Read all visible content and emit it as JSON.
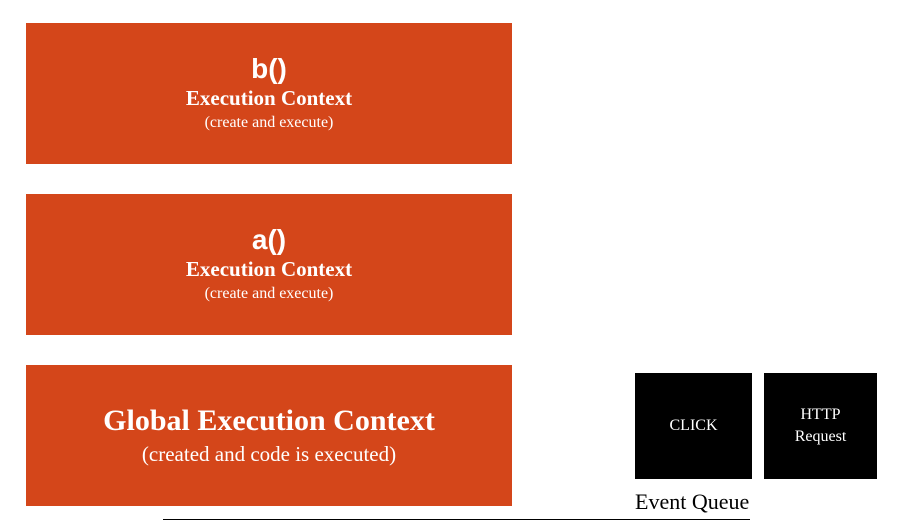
{
  "stack": {
    "b": {
      "name": "b()",
      "label": "Execution Context",
      "sub": "(create and execute)"
    },
    "a": {
      "name": "a()",
      "label": "Execution Context",
      "sub": "(create and execute)"
    },
    "global": {
      "label": "Global Execution Context",
      "sub": "(created and code is executed)"
    }
  },
  "event_queue": {
    "title": "Event Queue",
    "items": [
      {
        "line1": "CLICK"
      },
      {
        "line1": "HTTP",
        "line2": "Request"
      }
    ]
  },
  "colors": {
    "context_box": "#d4461a",
    "queue_item": "#000000"
  }
}
